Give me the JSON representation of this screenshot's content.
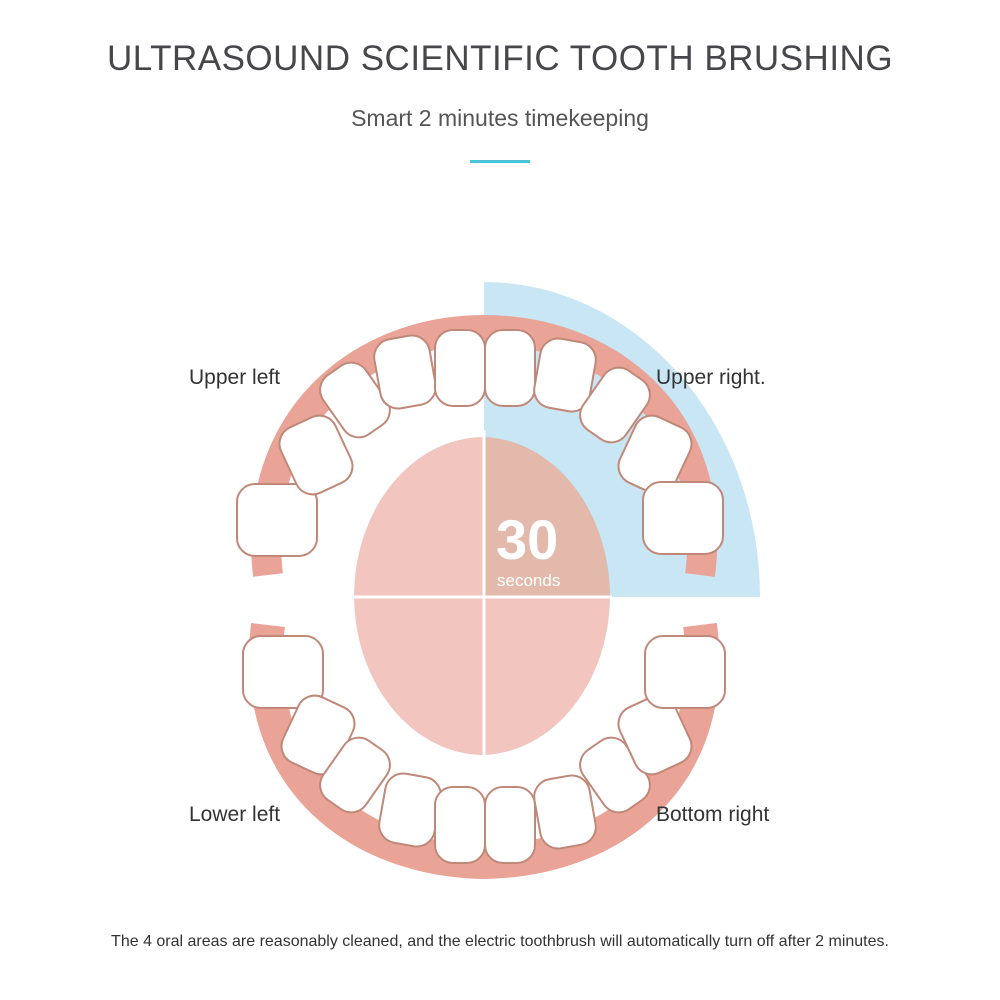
{
  "header": {
    "title": "ULTRASOUND SCIENTIFIC TOOTH BRUSHING",
    "subtitle": "Smart 2 minutes timekeeping"
  },
  "diagram": {
    "quadrants": {
      "upper_left": "Upper left",
      "upper_right": "Upper right.",
      "lower_left": "Lower left",
      "lower_right": "Bottom right"
    },
    "active_quadrant": "upper_right",
    "timer": {
      "value": "30",
      "unit": "seconds"
    },
    "colors": {
      "highlight": "#c9e6f5",
      "quadrant": "#f2c6bf",
      "active_quadrant": "#e2b9ab",
      "gum": "#e9a497",
      "accent": "#4cc3dc"
    }
  },
  "footer": {
    "text": "The 4 oral areas are reasonably cleaned, and the electric toothbrush will automatically turn off after 2 minutes."
  }
}
